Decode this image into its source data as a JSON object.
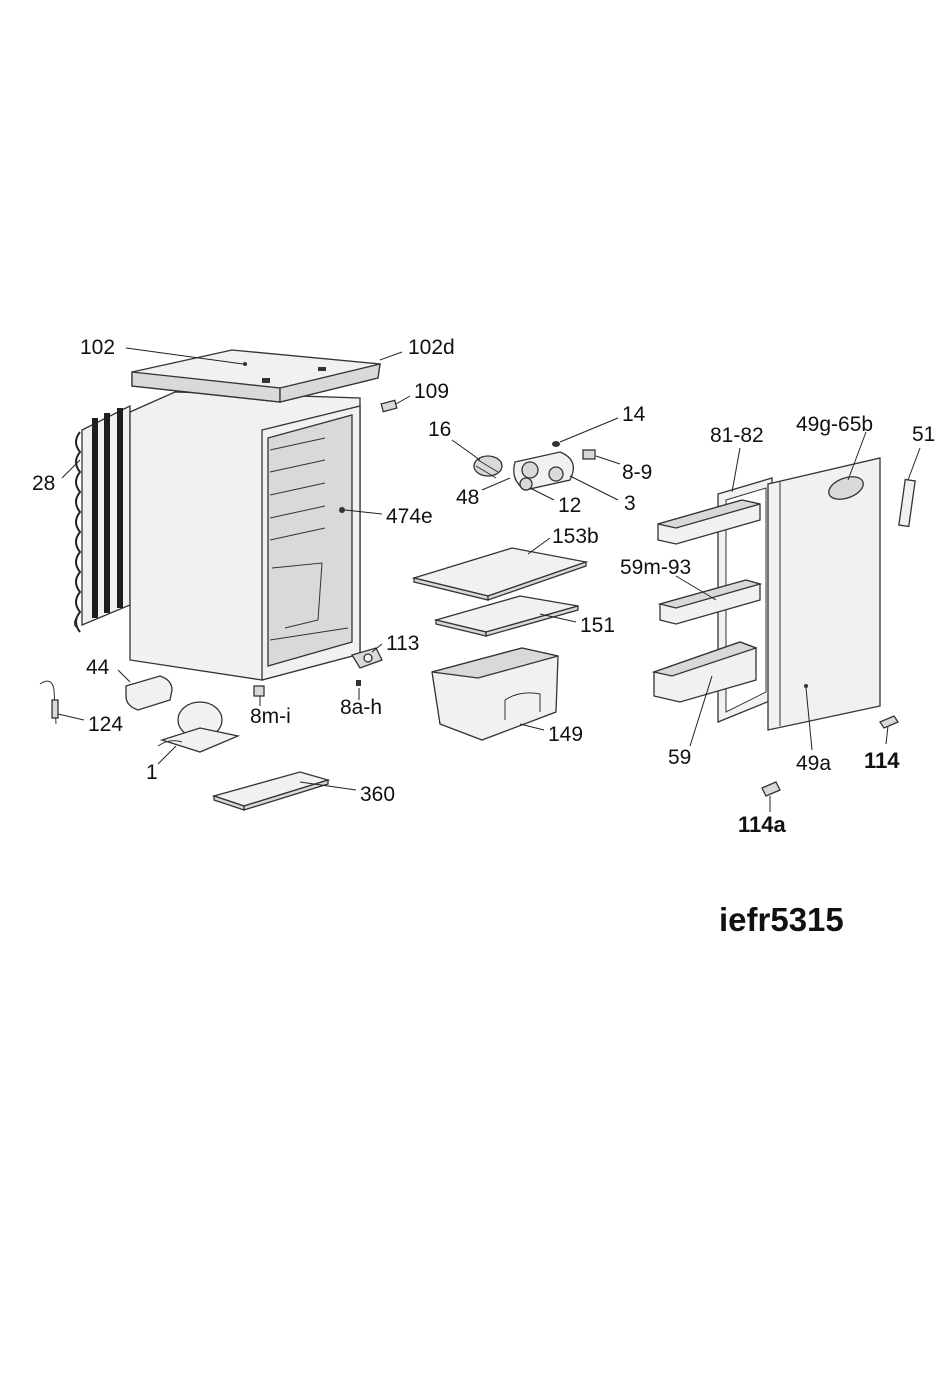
{
  "model": "iefr5315",
  "labels": {
    "l102": "102",
    "l102d": "102d",
    "l109": "109",
    "l14": "14",
    "l16": "16",
    "l28": "28",
    "l48": "48",
    "l12": "12",
    "l3": "3",
    "l89": "8-9",
    "l474e": "474e",
    "l153b": "153b",
    "l151": "151",
    "l113": "113",
    "l44": "44",
    "l124": "124",
    "l8mi": "8m-i",
    "l8ah": "8a-h",
    "l149": "149",
    "l1": "1",
    "l360": "360",
    "l8182": "81-82",
    "l49g65b": "49g-65b",
    "l51": "51",
    "l59m93": "59m-93",
    "l59": "59",
    "l49a": "49a",
    "l114": "114",
    "l114a": "114a"
  }
}
